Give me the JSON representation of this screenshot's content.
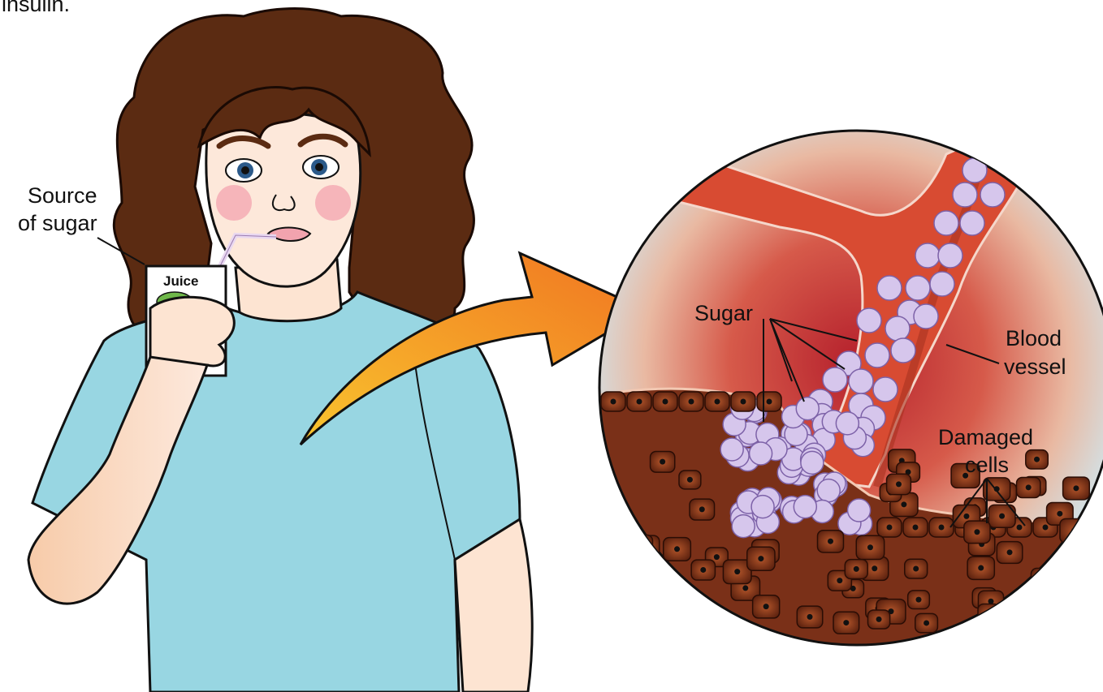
{
  "header": {
    "top_text": "insulin."
  },
  "labels": {
    "source_line1": "Source",
    "source_line2": "of sugar",
    "juice": "Juice",
    "sugar": "Sugar",
    "blood_vessel_line1": "Blood",
    "blood_vessel_line2": "vessel",
    "damaged_line1": "Damaged",
    "damaged_line2": "cells"
  },
  "colors": {
    "hair": "#5a2a10",
    "skin": "#fde4d2",
    "shirt": "#98d6e2",
    "arrow_start": "#f6b22b",
    "arrow_end": "#f07a22",
    "vessel": "#d84b32",
    "sugar": "#d6c6ec",
    "cells": "#6e2a14",
    "tissue_glow": "#c8272e",
    "fluid": "#cfe8f0"
  }
}
